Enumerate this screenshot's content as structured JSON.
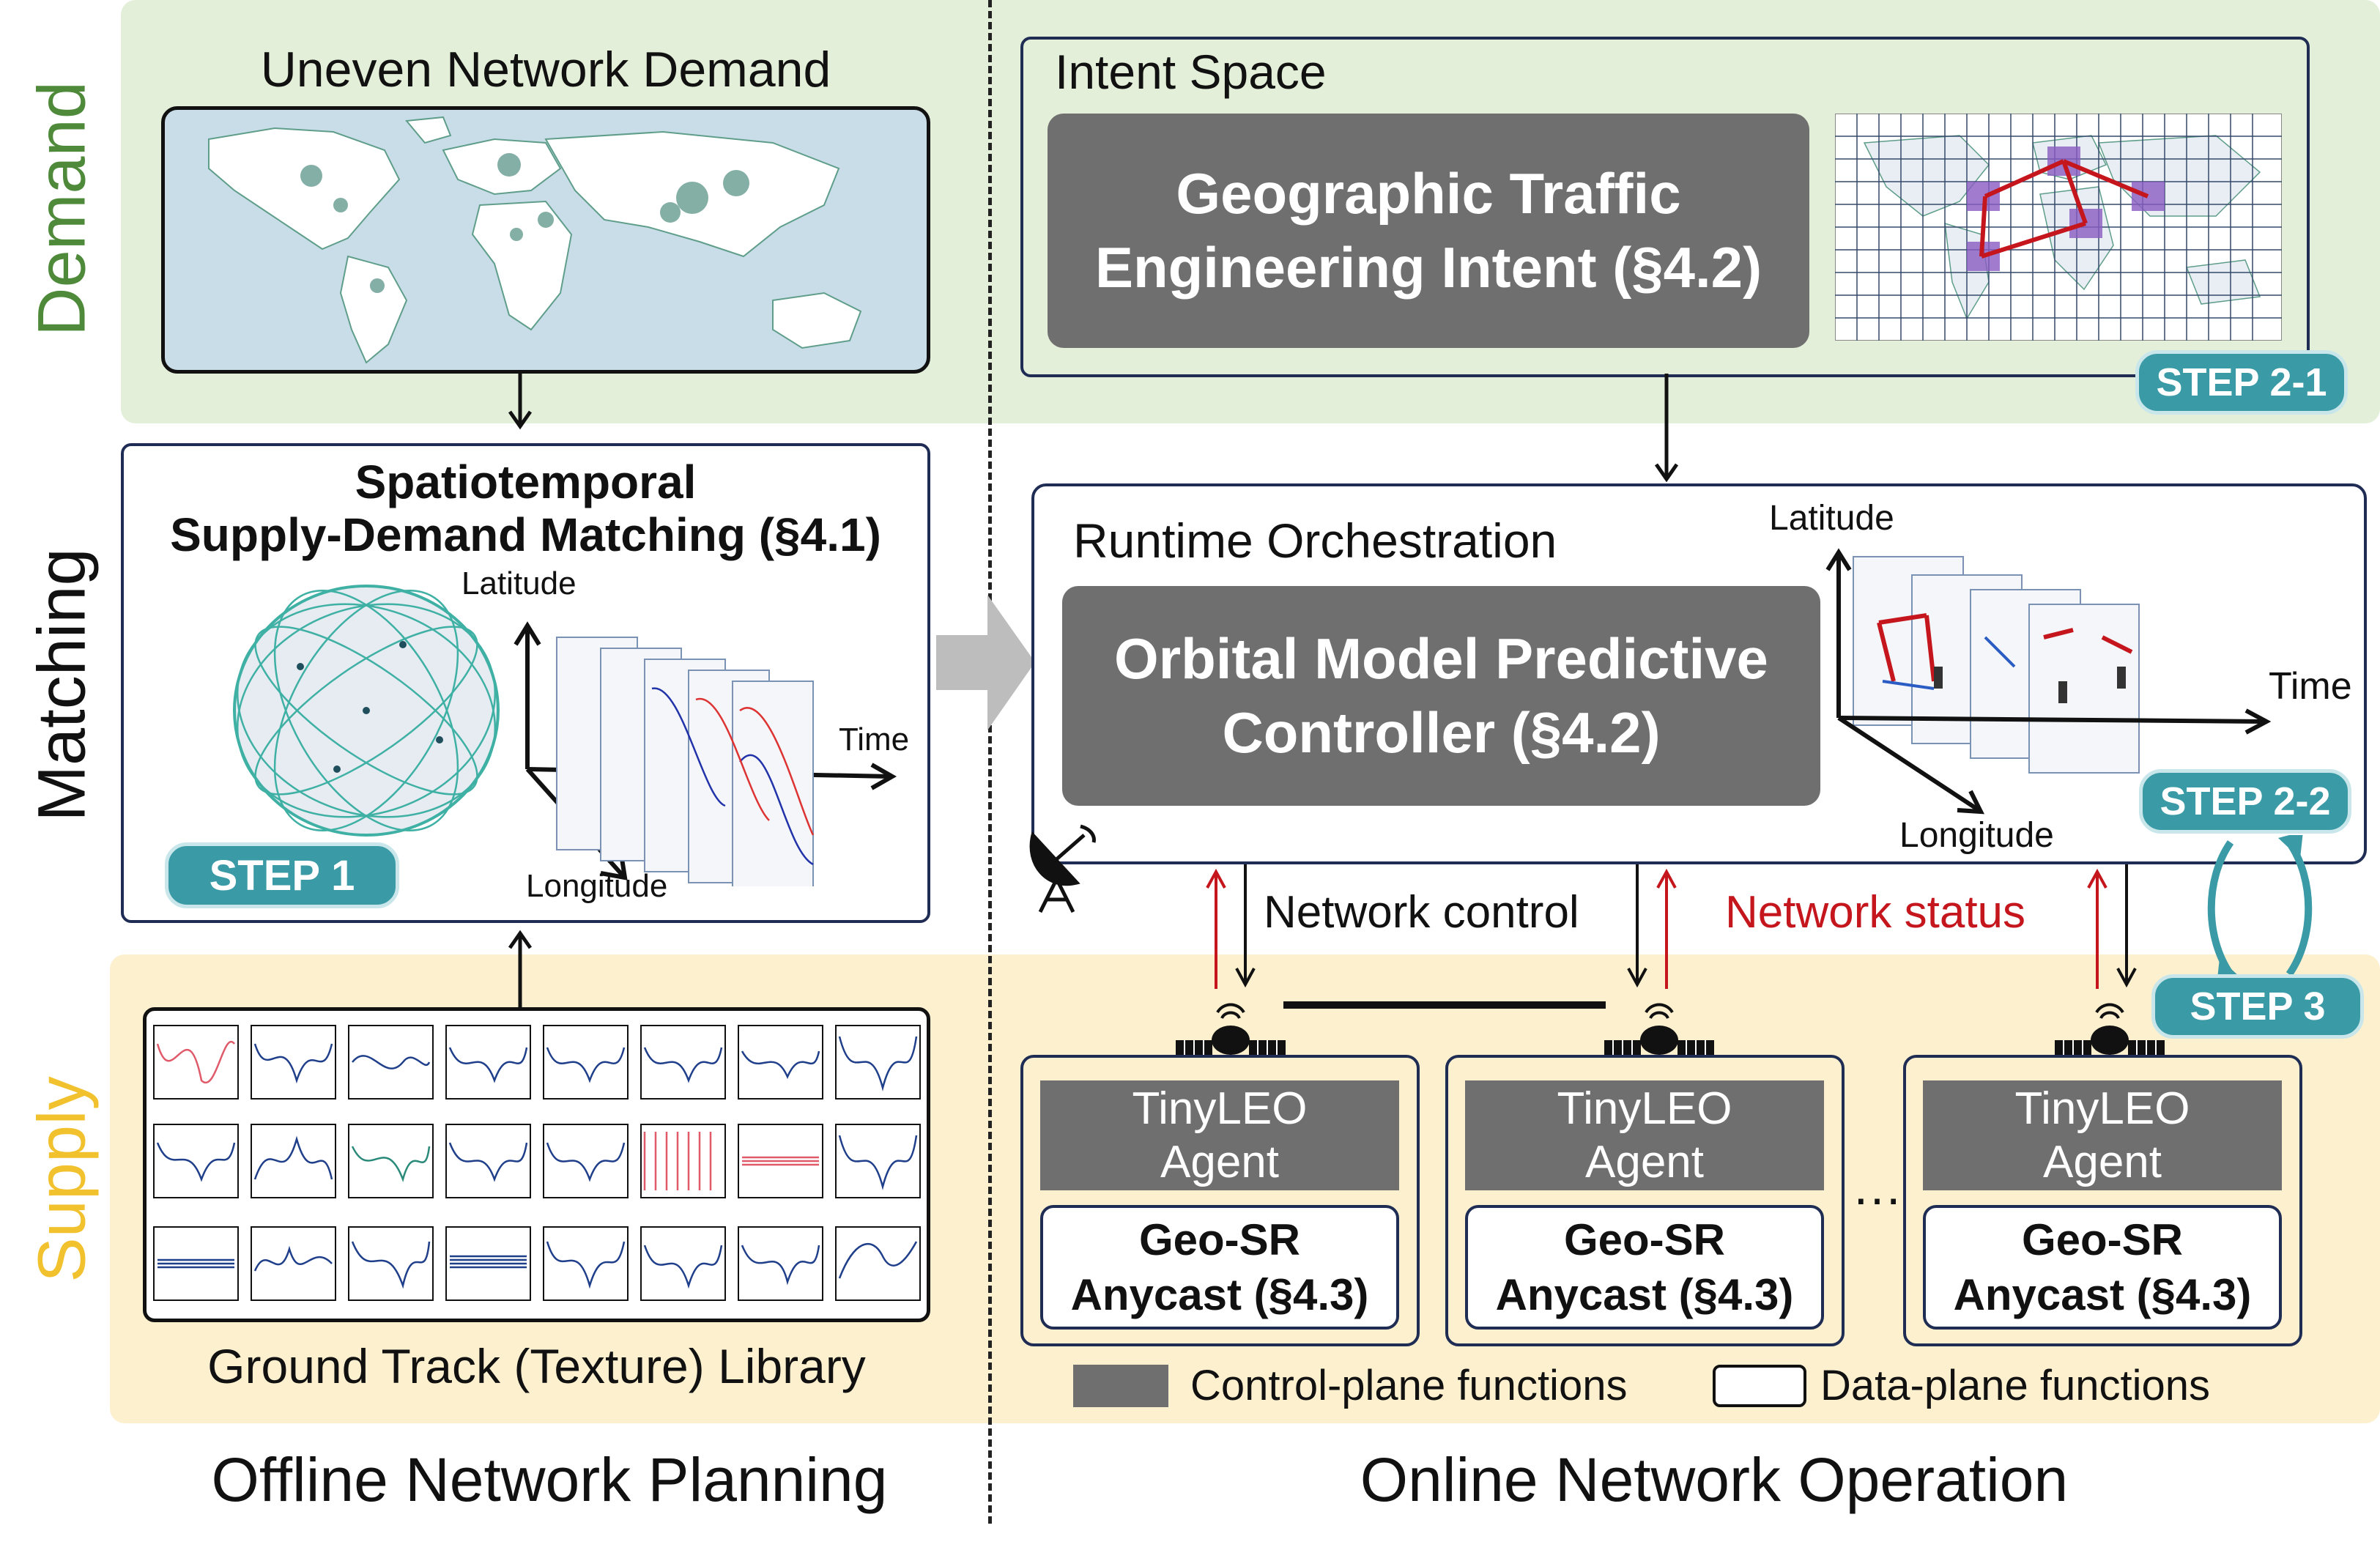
{
  "row_labels": {
    "demand": "Demand",
    "matching": "Matching",
    "supply": "Supply"
  },
  "columns": {
    "offline": "Offline Network Planning",
    "online": "Online Network Operation"
  },
  "demand_map": {
    "title": "Uneven Network Demand"
  },
  "matching": {
    "title_line1": "Spatiotemporal",
    "title_line2": "Supply-Demand Matching (§4.1)",
    "axis_lat": "Latitude",
    "axis_lon": "Longitude",
    "axis_time": "Time",
    "step": "STEP 1"
  },
  "library": {
    "title": "Ground Track (Texture) Library"
  },
  "intent": {
    "title": "Intent Space",
    "box_line1": "Geographic Traffic",
    "box_line2": "Engineering Intent (§4.2)",
    "step": "STEP 2-1"
  },
  "runtime": {
    "title": "Runtime Orchestration",
    "box_line1": "Orbital Model Predictive",
    "box_line2": "Controller  (§4.2)",
    "axis_lat": "Latitude",
    "axis_lon": "Longitude",
    "axis_time": "Time",
    "step": "STEP 2-2"
  },
  "signals": {
    "control": "Network control",
    "status": "Network status",
    "step3": "STEP 3"
  },
  "agents": [
    {
      "ctrl_line1": "TinyLEO",
      "ctrl_line2": "Agent",
      "data_line1": "Geo-SR",
      "data_line2": "Anycast (§4.3)"
    },
    {
      "ctrl_line1": "TinyLEO",
      "ctrl_line2": "Agent",
      "data_line1": "Geo-SR",
      "data_line2": "Anycast (§4.3)"
    },
    {
      "ctrl_line1": "TinyLEO",
      "ctrl_line2": "Agent",
      "data_line1": "Geo-SR",
      "data_line2": "Anycast (§4.3)"
    }
  ],
  "ellipsis": "…",
  "legend": {
    "control": "Control-plane functions",
    "data": "Data-plane functions"
  },
  "colors": {
    "demand_green": "#4e8a3a",
    "supply_yellow": "#f2c12e",
    "status_red": "#c4161c",
    "step_teal": "#3a9aa6",
    "grey_box": "#6f6f6f"
  },
  "icons": [
    "satellite-dish-icon",
    "satellite-icon",
    "world-map-icon",
    "globe-constellation-icon"
  ]
}
